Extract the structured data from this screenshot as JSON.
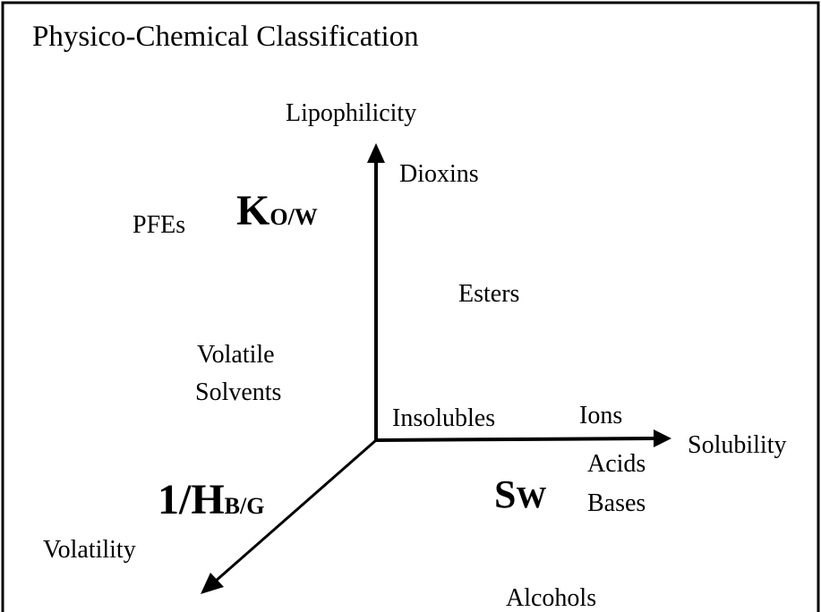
{
  "title": "Physico-Chemical Classification",
  "axes": {
    "lipophilicity": "Lipophilicity",
    "solubility": "Solubility",
    "volatility": "Volatility"
  },
  "symbols": {
    "kow_main": "K",
    "kow_sub": "O/W",
    "h_main": "1/H",
    "h_sub": "B/G",
    "sw_main": "S",
    "sw_sub": "W"
  },
  "compounds": {
    "dioxins": "Dioxins",
    "pfes": "PFEs",
    "esters": "Esters",
    "volatile": "Volatile",
    "solvents": "Solvents",
    "insolubles": "Insolubles",
    "ions": "Ions",
    "acids": "Acids",
    "bases": "Bases",
    "alcohols": "Alcohols"
  },
  "colors": {
    "ink": "#000000",
    "background": "#ffffff"
  }
}
